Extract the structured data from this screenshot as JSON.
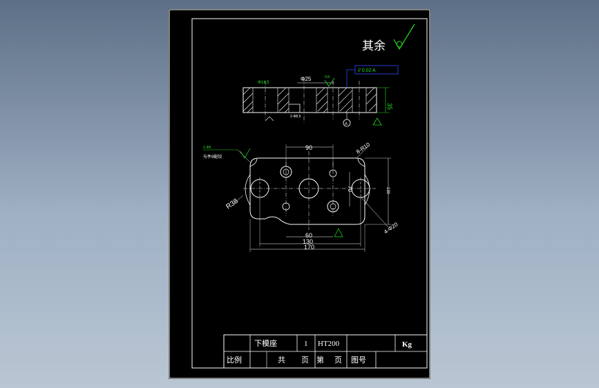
{
  "drawing": {
    "surface_note": "其余",
    "thickness_dim": "35",
    "bore_dim": "Φ25",
    "counterbore_dim": "Φ14.5",
    "small_hole_callout": "2-Φ8.5",
    "plan_dims": {
      "width_top": "90",
      "width_60": "60",
      "width_130": "130",
      "width_170": "170",
      "height_70": "70",
      "height_total": "130",
      "radius_large": "R38",
      "radius_corner": "8-R10",
      "holes_4": "4-Φ20"
    },
    "pin_note": "与件9配铰",
    "pin_callout": "2-Φ8",
    "roughness_value": "0.8",
    "tolerance": "// 0.02 A",
    "datum": "A"
  },
  "title_block": {
    "part_name": "下模座",
    "quantity": "1",
    "material": "HT200",
    "weight_unit": "Kg",
    "scale_label": "比例",
    "total_label": "共",
    "page_label": "页",
    "sheet_label": "第",
    "drawing_no_label": "图号"
  },
  "colors": {
    "background": "#000000",
    "lines": "#ffffff",
    "annotations": "#22e022",
    "tolerance_frame": "#2f4dff"
  }
}
